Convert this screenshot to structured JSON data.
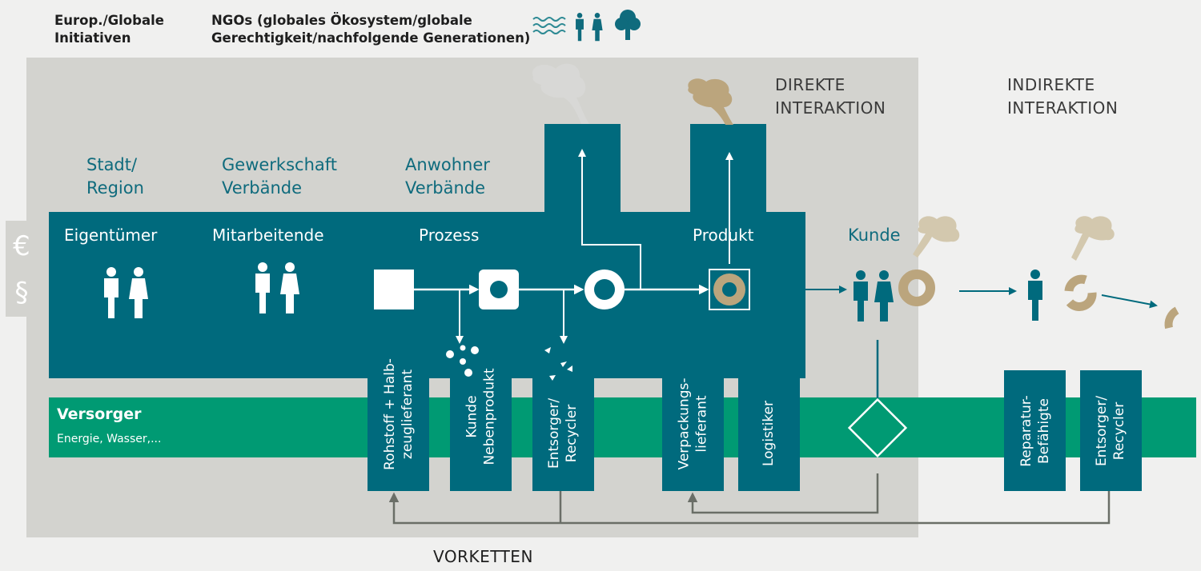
{
  "header": {
    "europe_line1": "Europ./Globale",
    "europe_line2": "Initiativen",
    "ngo_line1": "NGOs (globales Ökosystem/globale",
    "ngo_line2": "Gerechtigkeit/nachfolgende Generationen)"
  },
  "zones": {
    "direct_line1": "DIREKTE",
    "direct_line2": "INTERAKTION",
    "indirect_line1": "INDIREKTE",
    "indirect_line2": "INTERAKTION"
  },
  "stakeholders": {
    "city_line1": "Stadt/",
    "city_line2": "Region",
    "union_line1": "Gewerkschaft",
    "union_line2": "Verbände",
    "residents_line1": "Anwohner",
    "residents_line2": "Verbände"
  },
  "company": {
    "owner": "Eigentümer",
    "employees": "Mitarbeitende",
    "process": "Prozess",
    "product": "Produkt"
  },
  "customer": "Kunde",
  "side_symbols": {
    "currency": "€",
    "law": "§"
  },
  "supply": {
    "title": "Versorger",
    "subtitle": "Energie, Wasser,..."
  },
  "partners": {
    "raw_line1": "Rohstoff + Halb-",
    "raw_line2": "zeuglieferant",
    "byproduct_line1": "Kunde",
    "byproduct_line2": "Nebenprodukt",
    "recycler1_line1": "Entsorger/",
    "recycler1_line2": "Recycler",
    "packaging_line1": "Verpackungs-",
    "packaging_line2": "lieferant",
    "logistics": "Logistiker",
    "repair_line1": "Reparatur-",
    "repair_line2": "Befähigte",
    "recycler2_line1": "Entsorger/",
    "recycler2_line2": "Recycler"
  },
  "footer": "VORKETTEN",
  "colors": {
    "background": "#f0f0ef",
    "zone_grey": "#d3d3cf",
    "teal": "#006a7d",
    "green": "#009a73",
    "gold": "#bba57d",
    "smoke_light": "#d8d8d6",
    "connector": "#6a6e67"
  }
}
